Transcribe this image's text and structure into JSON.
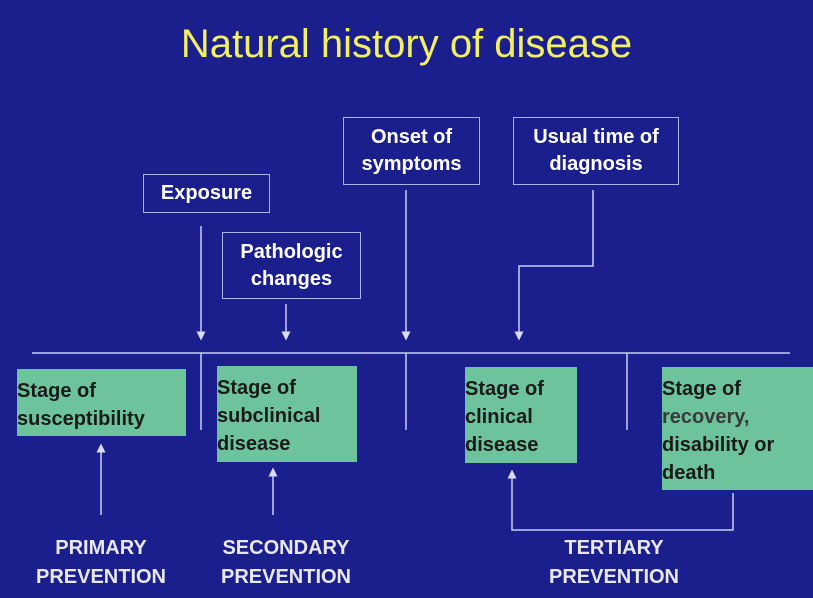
{
  "title": "Natural history of disease",
  "events": {
    "exposure": "Exposure",
    "pathologic": [
      "Pathologic",
      "changes"
    ],
    "onset": [
      "Onset of",
      "symptoms"
    ],
    "diagnosis": [
      "Usual time of",
      "diagnosis"
    ]
  },
  "stages": {
    "susceptibility": [
      "Stage of",
      "susceptibility"
    ],
    "subclinical": [
      "Stage of",
      "subclinical",
      "disease"
    ],
    "clinical": [
      "Stage of",
      "clinical",
      "disease"
    ],
    "recovery": [
      "Stage of",
      "recovery,",
      "disability or",
      "death"
    ]
  },
  "prevention": {
    "primary": [
      "PRIMARY",
      "PREVENTION"
    ],
    "secondary": [
      "SECONDARY",
      "PREVENTION"
    ],
    "tertiary": [
      "TERTIARY",
      "PREVENTION"
    ]
  }
}
